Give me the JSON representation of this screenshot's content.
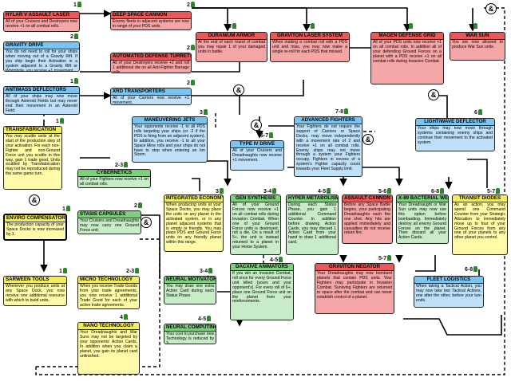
{
  "cards": {
    "hylar": {
      "title": "HYLAR V ASSAULT LASER",
      "level": "1",
      "text": "All of your Cruisers and Destroyers now receive +1 on all combat rolls."
    },
    "deep_space": {
      "title": "DEEP SPACE CANNON",
      "level": "2",
      "text": "Enemy fleets in adjacent systems are now in range of your PDS units."
    },
    "duranium": {
      "title": "DURANIUM ARMOR",
      "level": "3",
      "text": "At the end of each round of combat you may repair 1 of your damaged units in battle."
    },
    "graviton_laser": {
      "title": "GRAVITON LASER SYSTEM",
      "level": "3",
      "text": "When making a combat roll with a PDS unit and miss, you may now make a single re-roll for each PDS that missed."
    },
    "magen": {
      "title": "MAGEN DEFENSE GRID",
      "level": "5",
      "text": "All of your PDS units now receive +1 on all combat rolls. In addition all of your defending Ground Forces on a planet with a PDS receive +1 on all combat rolls during Invasion Combat."
    },
    "war_sun": {
      "title": "WAR SUN",
      "level": "5",
      "text": "You are now allowed to produce War Sun units."
    },
    "gravity_drive": {
      "title": "GRAVITY DRIVE",
      "level": "2",
      "text": "You do not need to roll for your ships when moving out of a Gravity Rift. If you ship begin their Activation in a system adjacent to a Gravity Rift or Wormhole, you receive +1 movement."
    },
    "auto_turrets": {
      "title": "AUTOMATED DEFENSE TURRETS",
      "level": "2",
      "text": "All of your Destroyers receive +2 and roll 1 additional die on all Anti-Fighter Barrage rolls."
    },
    "antimass": {
      "title": "ANTIMASS DEFLECTORS",
      "level": "1",
      "text": "All of your ships may now move through Asteroid Fields but may never end their movement in an Asteroid Field."
    },
    "xrd": {
      "title": "XRD TRANSPORTERS",
      "level": "2",
      "text": "All of your Carriers now receive +1 movement."
    },
    "light_wave": {
      "title": "LIGHT/WAVE DEFLECTOR",
      "level": "6",
      "text": "Your ships may now move through systems containing enemy ships and continue their movement to the activated system."
    },
    "transfab": {
      "title": "TRANSFABRICATION",
      "level": "1",
      "text": "You may scuttle units at the start of the production step of your activation. For each non-Fighter and non-Ground Force unit you scuttle in this way, gain 1 trade good. Units scuttled by Transfabrication may not be reproduced during the same game turn."
    },
    "maneuvering": {
      "title": "MANEUVERING JETS",
      "level": "3",
      "text": "Your opponents receive -1 to all PDS rolls targeting your ships (or -2 if the PDS is firing from an adjacent system). In addition, you receive -1 to all your Space Mine rolls and your ships do not have to stop when entering an Ion Storm."
    },
    "type_iv": {
      "title": "TYPE IV DRIVE",
      "level": "6-7",
      "text": "All of your Cruisers and Dreadnaughts now receive +1 movement."
    },
    "advanced_fighters": {
      "title": "ADVANCED FIGHTERS",
      "level": "7-8",
      "text": "Your Fighters do not require the support of Carriers or Space Docks, may move independently with a movement rate of 2 and receive +1 on all combat rolls. Enemy ships may not move through a system your Fighters occupy. Fighters in excess of a system's Fighter capacity count towards your Fleet Supply limit."
    },
    "cybernetics": {
      "title": "CYBERNETICS",
      "level": "2-3",
      "text": "All of your Fighters now receive +1 on all combat rolls."
    },
    "enviro": {
      "title": "ENVIRO COMPENSATOR",
      "level": "1",
      "text": "The production capacity of your Space Docks is now increased by 1."
    },
    "stasis": {
      "title": "STASIS CAPSULES",
      "level": "2",
      "text": "Your Cruisers and Dreadnaughts may now carry one Ground Force unit."
    },
    "integrated": {
      "title": "INTEGRATED ECONOMY",
      "level": "3",
      "text": "When producing units at your Space Docks, you may place the units on any planet in the activated system, or in any planet adjacent systems that is empty or friendly. You may place PDS and Ground Force units on any friendly planet within this range."
    },
    "gen_synthesis": {
      "title": "GEN SYNTHESIS",
      "level": "3-4",
      "text": "All of your Ground Forces now receive +1 on all combat rolls during Invasion Combat. When one of your Ground Force units is destroyed, roll a die. On a result of 5+, the unit is instead returned to a planet in your Home System."
    },
    "hyper_metabolism": {
      "title": "HYPER METABOLISM",
      "level": "4-5",
      "text": "During each Status Phase, you gain 1 additional Command Counter. In addition before drawing Action Cards, you may discard 1 Action Card from your hand to draw 1 additional card."
    },
    "assault_cannon": {
      "title": "ASSAULT CANNON",
      "level": "5-6",
      "text": "Before any Space Battle begins, your participating Dreadnaughts each fire one shot. Any hits are applied immediately and casualties do not receive return fire."
    },
    "x89": {
      "title": "X-89 BACTERIAL WEAPON",
      "level": "6-8",
      "text": "Your Dreadnaught or War Sun units may now use this option before bombarding. Immediately destroy all enemy Ground Forces on the planet. Then discard all your Action Cards."
    },
    "transit_diodes": {
      "title": "TRANSIT DIODES",
      "level": "5-7",
      "text": "As an action, you may spend one Command Counter from your Strategic Allocation to immediately move up to four of your Ground Forces from any one of your planets to any other planet you control."
    },
    "sarween": {
      "title": "SARWEEN TOOLS",
      "level": "1",
      "text": "Whenever you produce units at any Space Dock, you now receive one additional resource with which to build units."
    },
    "micro": {
      "title": "MICRO TECHNOLOGY",
      "level": "2-3",
      "text": "When you receive Trade Goods from your trade agreements, you now receive 1 additional Trade Good for each of your active trade agreements."
    },
    "neural_motivator": {
      "title": "NEURAL MOTIVATOR",
      "level": "3-4",
      "text": "You may draw one extra Action Card during each Status Phase."
    },
    "dacxive": {
      "title": "DACXIVE ANIMATORS",
      "level": "4-5",
      "text": "If you win an Invasion Combat, roll once for every Ground Force unit killed (yours and your opponent's). For every roll of 6+, place one Ground Force unit on the planet from your reinforcements."
    },
    "graviton_negator": {
      "title": "GRAVITON NEGATOR",
      "level": "5-7",
      "text": "Your Dreadnaughts may now bombard planets that contain PDS units. Your Fighters may participate in Invasion Combat. Surviving Fighters are returned to space after the combat and can never establish control of a planet."
    },
    "fleet_logistics": {
      "title": "FLEET LOGISTICS",
      "level": "6-8",
      "text": "When taking a Tactical Action, you may now take two Tactical Actions, one after the other, before your turn ends."
    },
    "nano": {
      "title": "NANO TECHNOLOGY",
      "level": "4",
      "text": "Your Dreadnaughts and War Suns may not be targeted by your opponents' Action Cards. In addition when you claim a planet, you gain its planet card unfinished."
    },
    "neural_computing": {
      "title": "NEURAL COMPUTING",
      "level": "4-5",
      "text": "Your cost to purchase new Technology is reduced by 3."
    }
  },
  "and_symbol": "&",
  "colors": {
    "red": "#e9595a",
    "blue": "#7ac4f1",
    "yellow": "#f3ee55",
    "green": "#7fcf7f"
  }
}
